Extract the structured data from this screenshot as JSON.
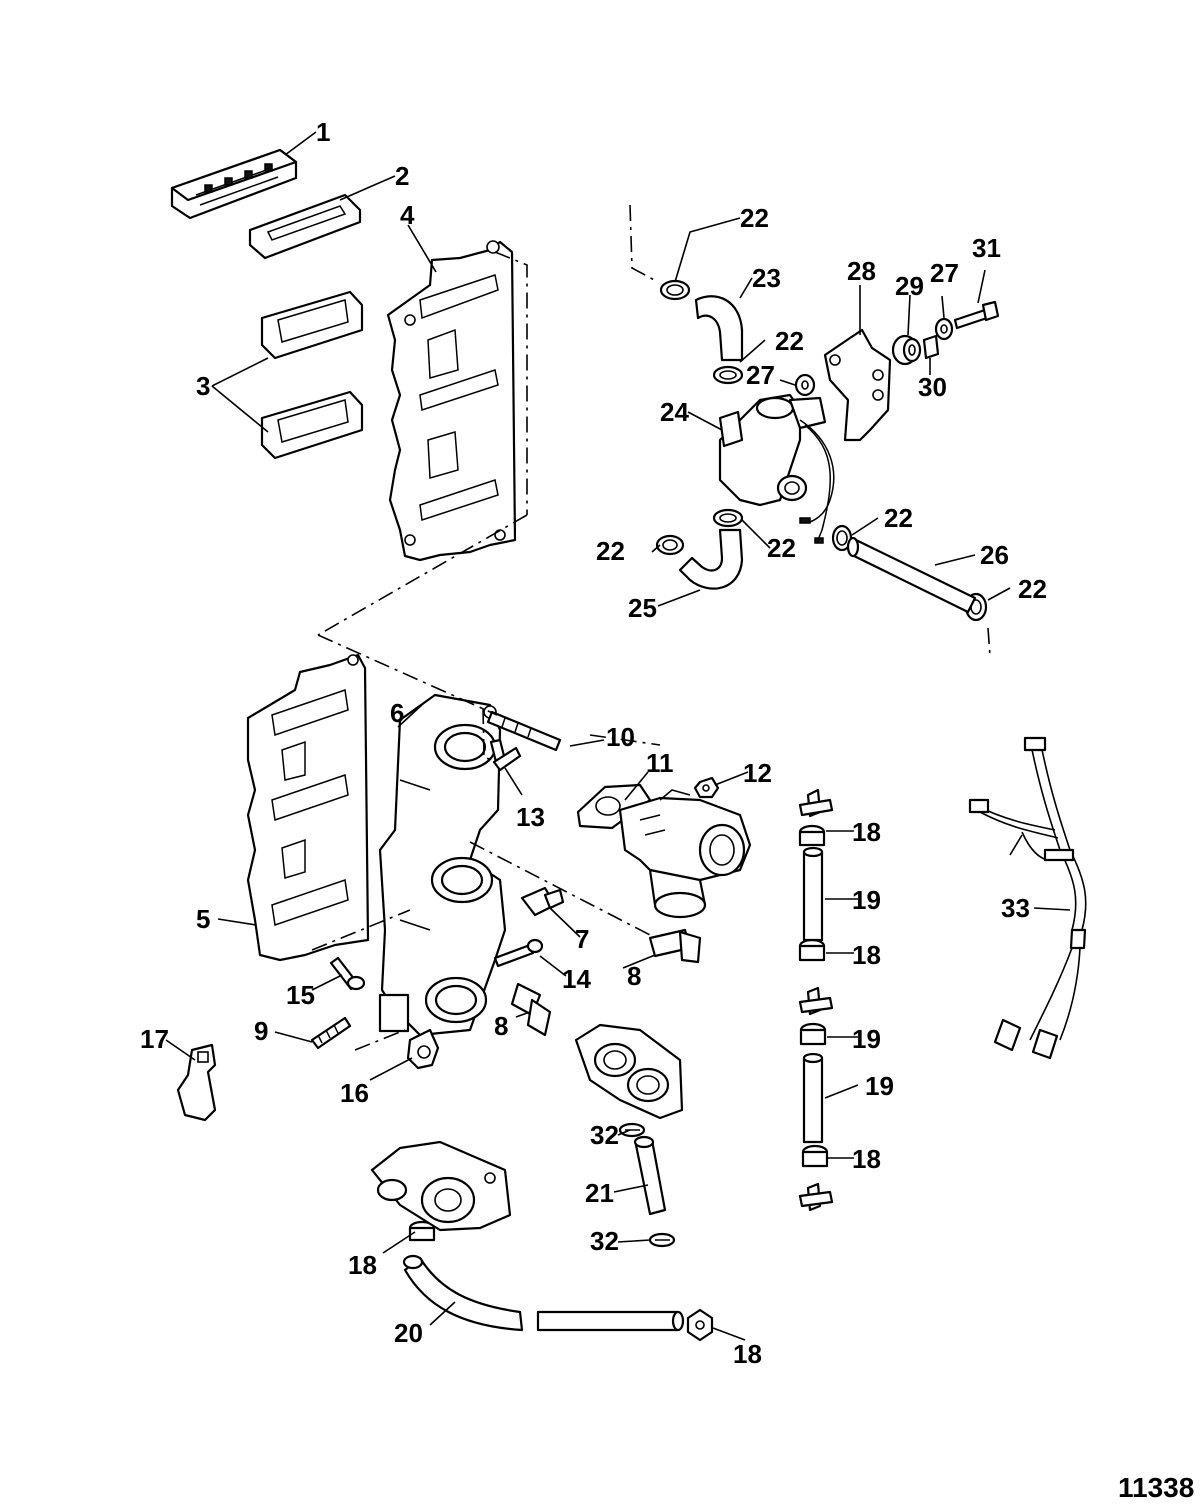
{
  "figure_number": "11338",
  "callouts": [
    {
      "id": "c1",
      "text": "1"
    },
    {
      "id": "c2",
      "text": "2"
    },
    {
      "id": "c3",
      "text": "3"
    },
    {
      "id": "c4",
      "text": "4"
    },
    {
      "id": "c5",
      "text": "5"
    },
    {
      "id": "c6",
      "text": "6"
    },
    {
      "id": "c7",
      "text": "7"
    },
    {
      "id": "c8a",
      "text": "8"
    },
    {
      "id": "c8b",
      "text": "8"
    },
    {
      "id": "c9",
      "text": "9"
    },
    {
      "id": "c10",
      "text": "10"
    },
    {
      "id": "c11",
      "text": "11"
    },
    {
      "id": "c12",
      "text": "12"
    },
    {
      "id": "c13",
      "text": "13"
    },
    {
      "id": "c14",
      "text": "14"
    },
    {
      "id": "c15",
      "text": "15"
    },
    {
      "id": "c16",
      "text": "16"
    },
    {
      "id": "c17",
      "text": "17"
    },
    {
      "id": "c18a",
      "text": "18"
    },
    {
      "id": "c18b",
      "text": "18"
    },
    {
      "id": "c18c",
      "text": "18"
    },
    {
      "id": "c18d",
      "text": "18"
    },
    {
      "id": "c18e",
      "text": "18"
    },
    {
      "id": "c19a",
      "text": "19"
    },
    {
      "id": "c19b",
      "text": "19"
    },
    {
      "id": "c19c",
      "text": "19"
    },
    {
      "id": "c20",
      "text": "20"
    },
    {
      "id": "c21",
      "text": "21"
    },
    {
      "id": "c22a",
      "text": "22"
    },
    {
      "id": "c22b",
      "text": "22"
    },
    {
      "id": "c22c",
      "text": "22"
    },
    {
      "id": "c22d",
      "text": "22"
    },
    {
      "id": "c22e",
      "text": "22"
    },
    {
      "id": "c22f",
      "text": "22"
    },
    {
      "id": "c23",
      "text": "23"
    },
    {
      "id": "c24",
      "text": "24"
    },
    {
      "id": "c25",
      "text": "25"
    },
    {
      "id": "c26",
      "text": "26"
    },
    {
      "id": "c27a",
      "text": "27"
    },
    {
      "id": "c27b",
      "text": "27"
    },
    {
      "id": "c28",
      "text": "28"
    },
    {
      "id": "c29",
      "text": "29"
    },
    {
      "id": "c30",
      "text": "30"
    },
    {
      "id": "c31",
      "text": "31"
    },
    {
      "id": "c32a",
      "text": "32"
    },
    {
      "id": "c32b",
      "text": "32"
    },
    {
      "id": "c33",
      "text": "33"
    }
  ]
}
